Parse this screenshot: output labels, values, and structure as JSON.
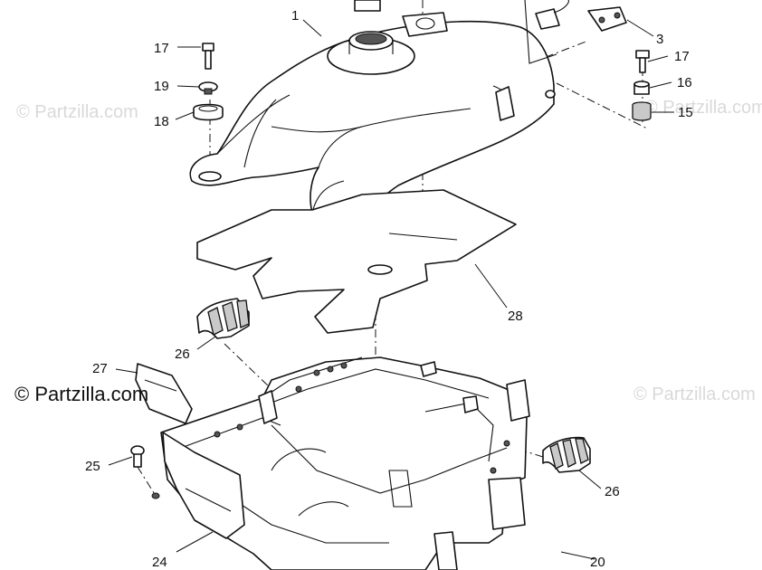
{
  "watermark": {
    "brand_text": "© Partzilla.com",
    "faint_text": "© Partzilla.com"
  },
  "callouts": {
    "c1": "1",
    "c3": "3",
    "c15": "15",
    "c16": "16",
    "c17a": "17",
    "c17b": "17",
    "c18": "18",
    "c19": "19",
    "c20": "20",
    "c24": "24",
    "c25": "25",
    "c26a": "26",
    "c26b": "26",
    "c27": "27",
    "c28": "28"
  },
  "colors": {
    "line": "#111111",
    "watermark": "#d9d9d9",
    "background": "#ffffff"
  }
}
